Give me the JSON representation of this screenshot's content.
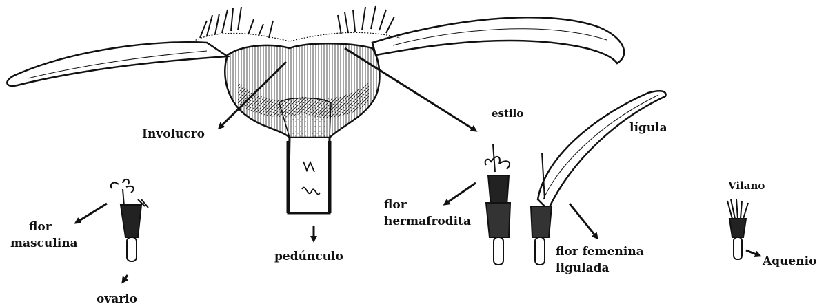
{
  "labels": {
    "involucro": "Involucro",
    "estilo": "estilo",
    "ligula": "lígula",
    "vilano": "Vilano",
    "flor_masculina_1": "flor",
    "flor_masculina_2": "masculina",
    "ovario": "ovario",
    "pedunculo": "pedúnculo",
    "flor_hermafrodita_1": "flor",
    "flor_hermafrodita_2": "hermafrodita",
    "flor_femenina_1": "flor femenina",
    "flor_femenina_2": "ligulada",
    "aquenio": "Aquenio"
  },
  "colors": {
    "ink": "#111111",
    "paper": "#ffffff",
    "shade": "#bdbdbd"
  }
}
